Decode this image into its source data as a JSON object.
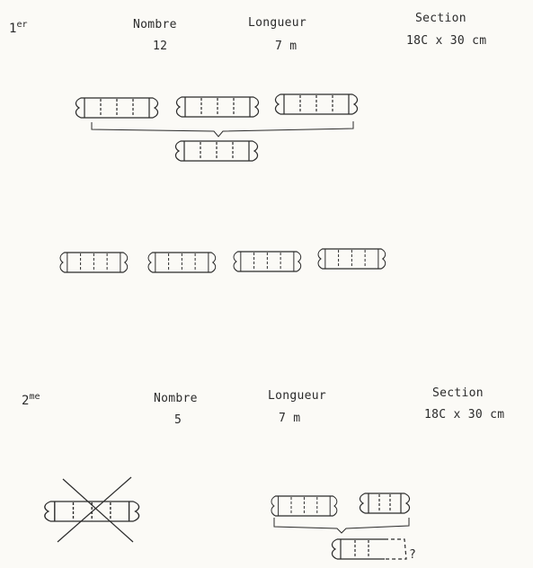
{
  "sections": [
    {
      "ordinal_number": "1",
      "ordinal_suffix": "er",
      "nombre_label": "Nombre",
      "nombre_value": "12",
      "longueur_label": "Longueur",
      "longueur_value": "7 m",
      "section_label": "Section",
      "section_value": "18C x 30 cm"
    },
    {
      "ordinal_number": "2",
      "ordinal_suffix": "me",
      "nombre_label": "Nombre",
      "nombre_value": "5",
      "longueur_label": "Longueur",
      "longueur_value": "7 m",
      "section_label": "Section",
      "section_value": "18C x 30 cm"
    }
  ],
  "missing_mark": "?"
}
